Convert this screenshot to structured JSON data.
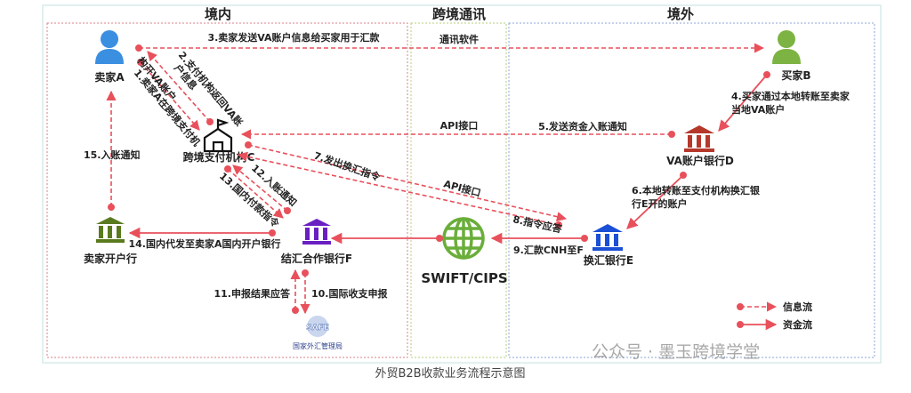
{
  "zones": {
    "domestic": "境内",
    "cross_border": "跨境通讯",
    "overseas": "境外"
  },
  "nodes": {
    "seller_a": "卖家A",
    "payment_c": "跨境支付机构C",
    "seller_bank": "卖家开户行",
    "bank_f": "结汇合作银行F",
    "safe": "国家外汇管理局",
    "safe_logo": "SAFE",
    "swift": "SWIFT/CIPS",
    "buyer_b": "买家B",
    "bank_d": "VA账户银行D",
    "bank_e": "换汇银行E"
  },
  "channels": {
    "messaging": "通讯软件",
    "api_1": "API接口",
    "api_2": "API接口"
  },
  "steps": {
    "s1": "1.卖家A在跨境支付机",
    "s1b": "构开VA账户",
    "s2": "2.支付机构返回VA账",
    "s2b": "户信息",
    "s3": "3.卖家发送VA账户信息给买家用于汇款",
    "s4": "4.买家通过本地转账至卖家",
    "s4b": "当地VA账户",
    "s5": "5.发送资金入账通知",
    "s6": "6.本地转账至支付机构换汇银",
    "s6b": "行E开的账户",
    "s7": "7.发出换汇指令",
    "s8": "8.指令应答",
    "s9": "9.汇款CNH至F",
    "s10": "10.国际收支申报",
    "s11": "11.申报结果应答",
    "s12": "12.入账通知",
    "s13": "13.国内付款指令",
    "s14": "14.国内代发至卖家A国内开户银行",
    "s15": "15.入账通知"
  },
  "legend": {
    "info_flow": "信息流",
    "money_flow": "资金流"
  },
  "caption": "外贸B2B收款业务流程示意图",
  "watermark": "公众号 · 墨玉跨境学堂",
  "colors": {
    "flow": "#e8505b",
    "person_a": "#3b8fe0",
    "person_b": "#7cb342",
    "bank_d": "#b5382b",
    "bank_e": "#1a4fd6",
    "bank_f": "#6a1fc2",
    "seller_bank": "#5a7a1e",
    "globe": "#6aae3a"
  }
}
